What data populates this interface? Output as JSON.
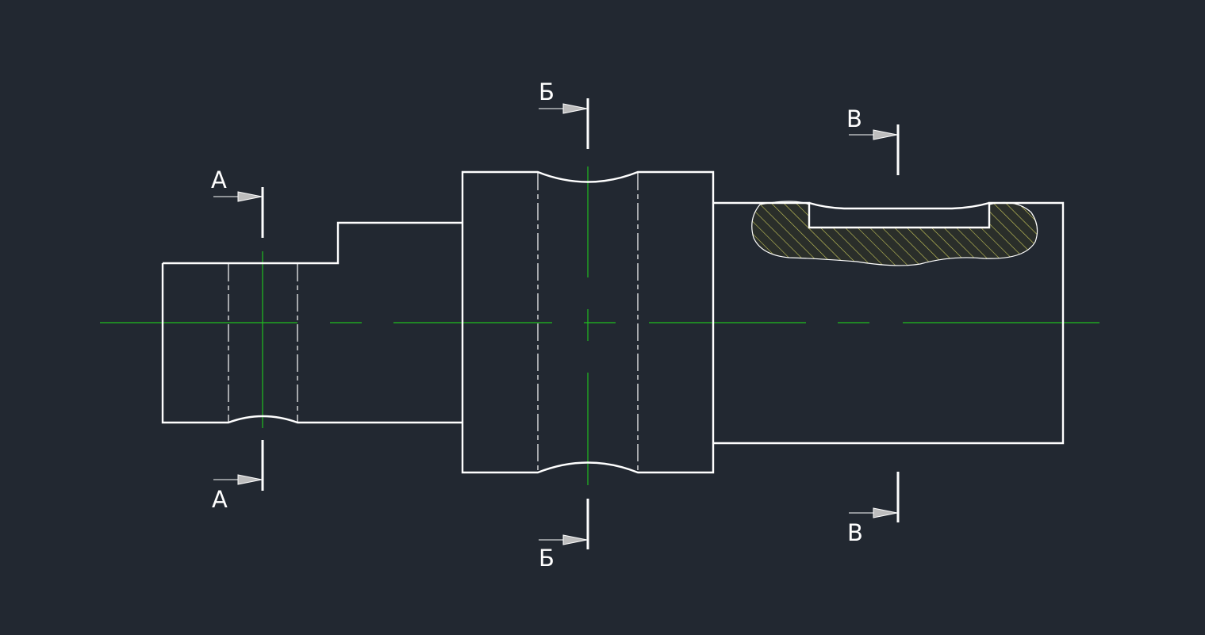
{
  "drawing": {
    "background": "#222831",
    "line_color": "#ffffff",
    "center_line_color": "#1fbf1f",
    "hatch_color": "#c8c85a"
  },
  "section_marks": {
    "A": {
      "label": "А"
    },
    "B": {
      "label": "Б"
    },
    "V": {
      "label": "В"
    }
  }
}
